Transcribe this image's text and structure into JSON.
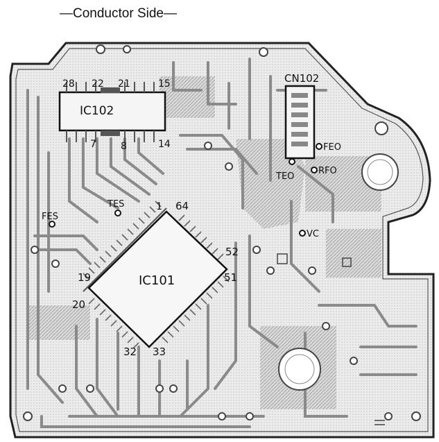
{
  "title": "—Conductor Side—",
  "components": {
    "ic102": {
      "name": "IC102",
      "pins": [
        "28",
        "22",
        "21",
        "15",
        "7",
        "8",
        "14"
      ]
    },
    "cn102": {
      "name": "CN102"
    },
    "ic101": {
      "name": "IC101",
      "pins": [
        "1",
        "64",
        "52",
        "51",
        "19",
        "20",
        "32",
        "33"
      ]
    }
  },
  "test_points": [
    "FES",
    "TES",
    "FEO",
    "TEO",
    "RFO",
    "VC"
  ],
  "colors": {
    "ink": "#111111",
    "background": "#ffffff",
    "board": "#e9e9e9",
    "trace": "#8a8a8a"
  }
}
